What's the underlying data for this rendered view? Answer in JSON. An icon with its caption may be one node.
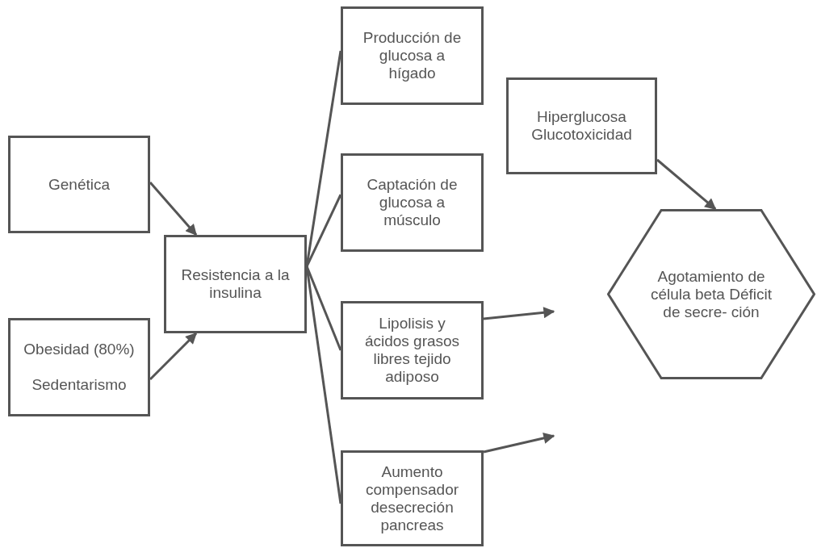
{
  "diagram": {
    "nodes": [
      {
        "text": [
          "Genética"
        ]
      },
      {
        "text": [
          "Obesidad (80%)",
          "Sedentarismo"
        ]
      },
      {
        "text": [
          "Resistencia a la insulina"
        ]
      },
      {
        "text": [
          "Producción de glucosa a hígado"
        ]
      },
      {
        "text": [
          "Captación de glucosa a músculo"
        ]
      },
      {
        "text": [
          "Lipolisis y ácidos grasos libres tejido adiposo"
        ]
      },
      {
        "text": [
          "Aumento compensador desecreción pancreas"
        ]
      },
      {
        "text": [
          "Hiperglucosa Glucotoxicidad"
        ]
      },
      {
        "text": [
          "Agotamiento de célula beta Déficit de secre- ción"
        ]
      }
    ],
    "edges": [
      {
        "from": 0,
        "to": 2,
        "arrow": "to"
      },
      {
        "from": 1,
        "to": 2,
        "arrow": "to"
      },
      {
        "from": 2,
        "to": 3,
        "arrow": "none"
      },
      {
        "from": 2,
        "to": 4,
        "arrow": "none"
      },
      {
        "from": 2,
        "to": 5,
        "arrow": "none"
      },
      {
        "from": 2,
        "to": 6,
        "arrow": "none"
      },
      {
        "from": 5,
        "to": null,
        "arrow": "to"
      },
      {
        "from": 6,
        "to": null,
        "arrow": "to"
      },
      {
        "from": 7,
        "to": 8,
        "arrow": "to"
      }
    ]
  }
}
